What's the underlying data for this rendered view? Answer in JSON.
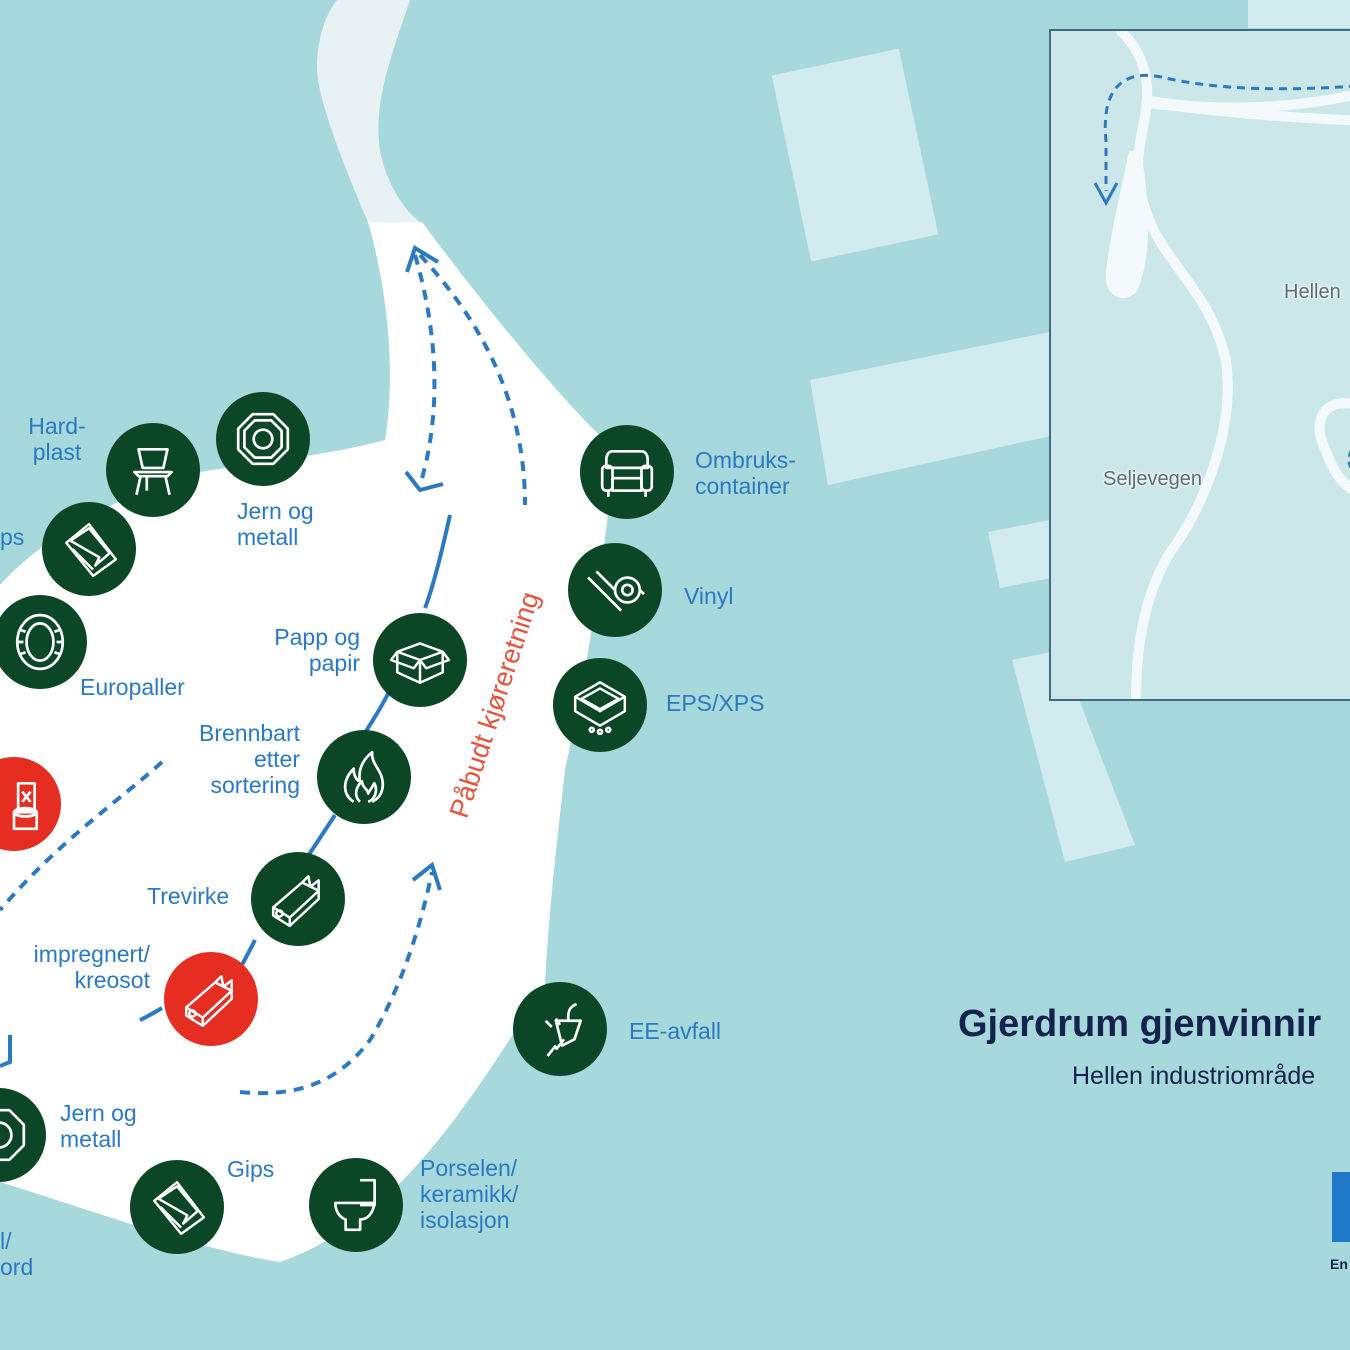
{
  "map": {
    "title": "Gjerdrum gjenvinnir",
    "subtitle": "Hellen industriområde",
    "direction_label": "Påbudt kjøreretning",
    "logo_text": "En",
    "colors": {
      "background": "#a7d8dc",
      "site": "#ffffff",
      "road": "#e8f2f4",
      "building": "#d2ebee",
      "station": "#0b4626",
      "station_hazard": "#e62d22",
      "label": "#2b79c2",
      "route": "#2b79c2",
      "direction_text": "#e5533c",
      "title": "#14234e"
    }
  },
  "inset": {
    "labels": {
      "road_1": "Hellen",
      "road_2": "Seljevegen"
    }
  },
  "stations": {
    "hardplast": {
      "label": "Hard-\nplast",
      "icon": "chair-icon"
    },
    "jern1": {
      "label": "Jern og\nmetall",
      "icon": "metal-nut-icon"
    },
    "gips1": {
      "label": "ps",
      "icon": "gypsum-board-icon"
    },
    "europaller": {
      "label": "Europaller",
      "icon": "tire-icon"
    },
    "farlig": {
      "label": "",
      "icon": "hazardous-canister-icon"
    },
    "papp": {
      "label": "Papp og\npapir",
      "icon": "cardboard-box-icon"
    },
    "brennbart": {
      "label": "Brennbart\netter\nsortering",
      "icon": "fire-icon"
    },
    "trevirke": {
      "label": "Trevirke",
      "icon": "wood-beam-icon"
    },
    "impregnert": {
      "label": "impregnert/\nkreosot",
      "icon": "treated-wood-icon"
    },
    "jern2": {
      "label": "Jern og\nmetall",
      "icon": "metal-nut-icon"
    },
    "gips2": {
      "label": "Gips",
      "icon": "gypsum-board-icon"
    },
    "porselen": {
      "label": "Porselen/\nkeramikk/\nisolasjon",
      "icon": "toilet-icon"
    },
    "ombruk": {
      "label": "Ombruks-\ncontainer",
      "icon": "armchair-icon"
    },
    "vinyl": {
      "label": "Vinyl",
      "icon": "vinyl-roll-icon"
    },
    "eps": {
      "label": "EPS/XPS",
      "icon": "insulation-block-icon"
    },
    "ee": {
      "label": "EE-avfall",
      "icon": "electric-plug-icon"
    },
    "bottom_left": {
      "label": "l/\nord",
      "icon": ""
    }
  }
}
